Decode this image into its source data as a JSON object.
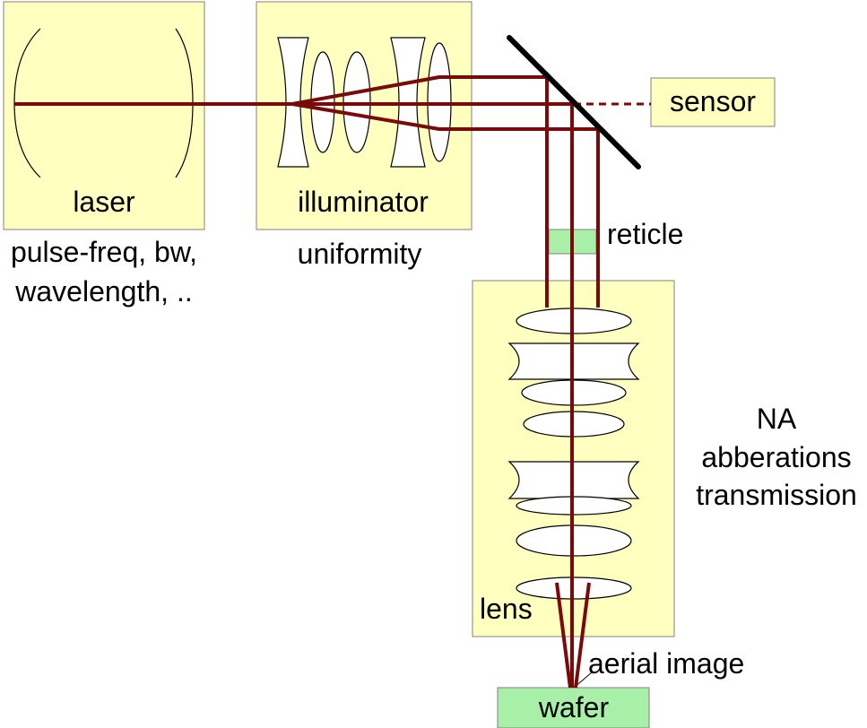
{
  "colors": {
    "box_fill": "#ffffc0",
    "box_stroke": "#808080",
    "green_fill": "#a8f0a8",
    "beam": "#7a0a0a",
    "mirror": "#000000",
    "lens_stroke": "#000000",
    "lens_fill": "#ffffff"
  },
  "components": {
    "laser": {
      "label": "laser",
      "specs": [
        "pulse-freq, bw,",
        "wavelength, .."
      ]
    },
    "illuminator": {
      "label": "illuminator",
      "specs": [
        "uniformity"
      ]
    },
    "sensor": {
      "label": "sensor"
    },
    "reticle": {
      "label": "reticle"
    },
    "lens": {
      "label": "lens",
      "specs": [
        "NA",
        "abberations",
        "transmission"
      ]
    },
    "wafer": {
      "label": "wafer",
      "annotation": "aerial image"
    }
  }
}
